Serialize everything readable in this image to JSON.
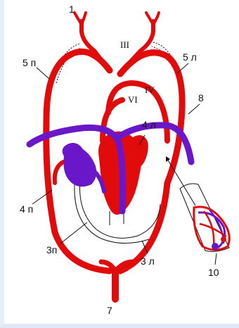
{
  "labels": {
    "l1": "1",
    "l3": "III",
    "l5p": "5 п",
    "l5l": "5 л",
    "l4": "IV",
    "l6": "VI",
    "l8": "8",
    "l4l": "4 л",
    "l4p": "4 п",
    "l3p": "3п",
    "l3l": "3 л",
    "l10": "10",
    "l7": "7"
  },
  "colors": {
    "artery": "#e10b0b",
    "vein": "#6a17c9"
  }
}
